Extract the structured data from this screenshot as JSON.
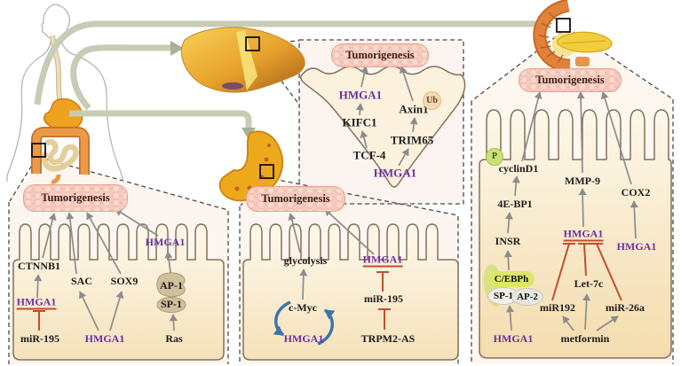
{
  "figure": {
    "hmga1_color": "#6d2fa0",
    "inhibition_color": "#c14e2e",
    "arrow_color": "#8c8c8c",
    "flow_arrow_color": "#c7ccb4",
    "feedback_arrow_color": "#3f74a8"
  },
  "panels": {
    "colorectal": {
      "tumorigenesis": "Tumorigenesis",
      "ctnnb1": "CTNNB1",
      "sac": "SAC",
      "sox9": "SOX9",
      "hmga1_upper": "HMGA1",
      "ap1": "AP-1",
      "sp1": "SP-1",
      "hmga1_left": "HMGA1",
      "mir195": "miR-195",
      "hmga1_center": "HMGA1",
      "ras": "Ras"
    },
    "hepatic": {
      "tumorigenesis": "Tumorigenesis",
      "hmga1_upper": "HMGA1",
      "kifc1": "KIFC1",
      "tcf4": "TCF-4",
      "axin1": "Axin1",
      "ub": "Ub",
      "trim65": "TRIM65",
      "hmga1_lower": "HMGA1"
    },
    "gastric": {
      "tumorigenesis": "Tumorigenesis",
      "glycolysis": "glycolysis",
      "cmyc": "c-Myc",
      "hmga1_loop": "HMGA1",
      "hmga1_upper": "HMGA1",
      "mir195": "miR-195",
      "trpm2as": "TRPM2-AS"
    },
    "pancreatic": {
      "tumorigenesis": "Tumorigenesis",
      "p": "P",
      "cyclind1": "cyclinD1",
      "mmp9": "MMP-9",
      "cox2": "COX2",
      "fourebp1": "4E-BP1",
      "insr": "INSR",
      "hmga1_center": "HMGA1",
      "hmga1_right": "HMGA1",
      "cebph": "C/EBPh",
      "sp1": "SP-1",
      "ap2": "AP-2",
      "let7c": "Let-7c",
      "mir192": "miR192",
      "mir26a": "miR-26a",
      "hmga1_left": "HMGA1",
      "metformin": "metformin"
    }
  }
}
